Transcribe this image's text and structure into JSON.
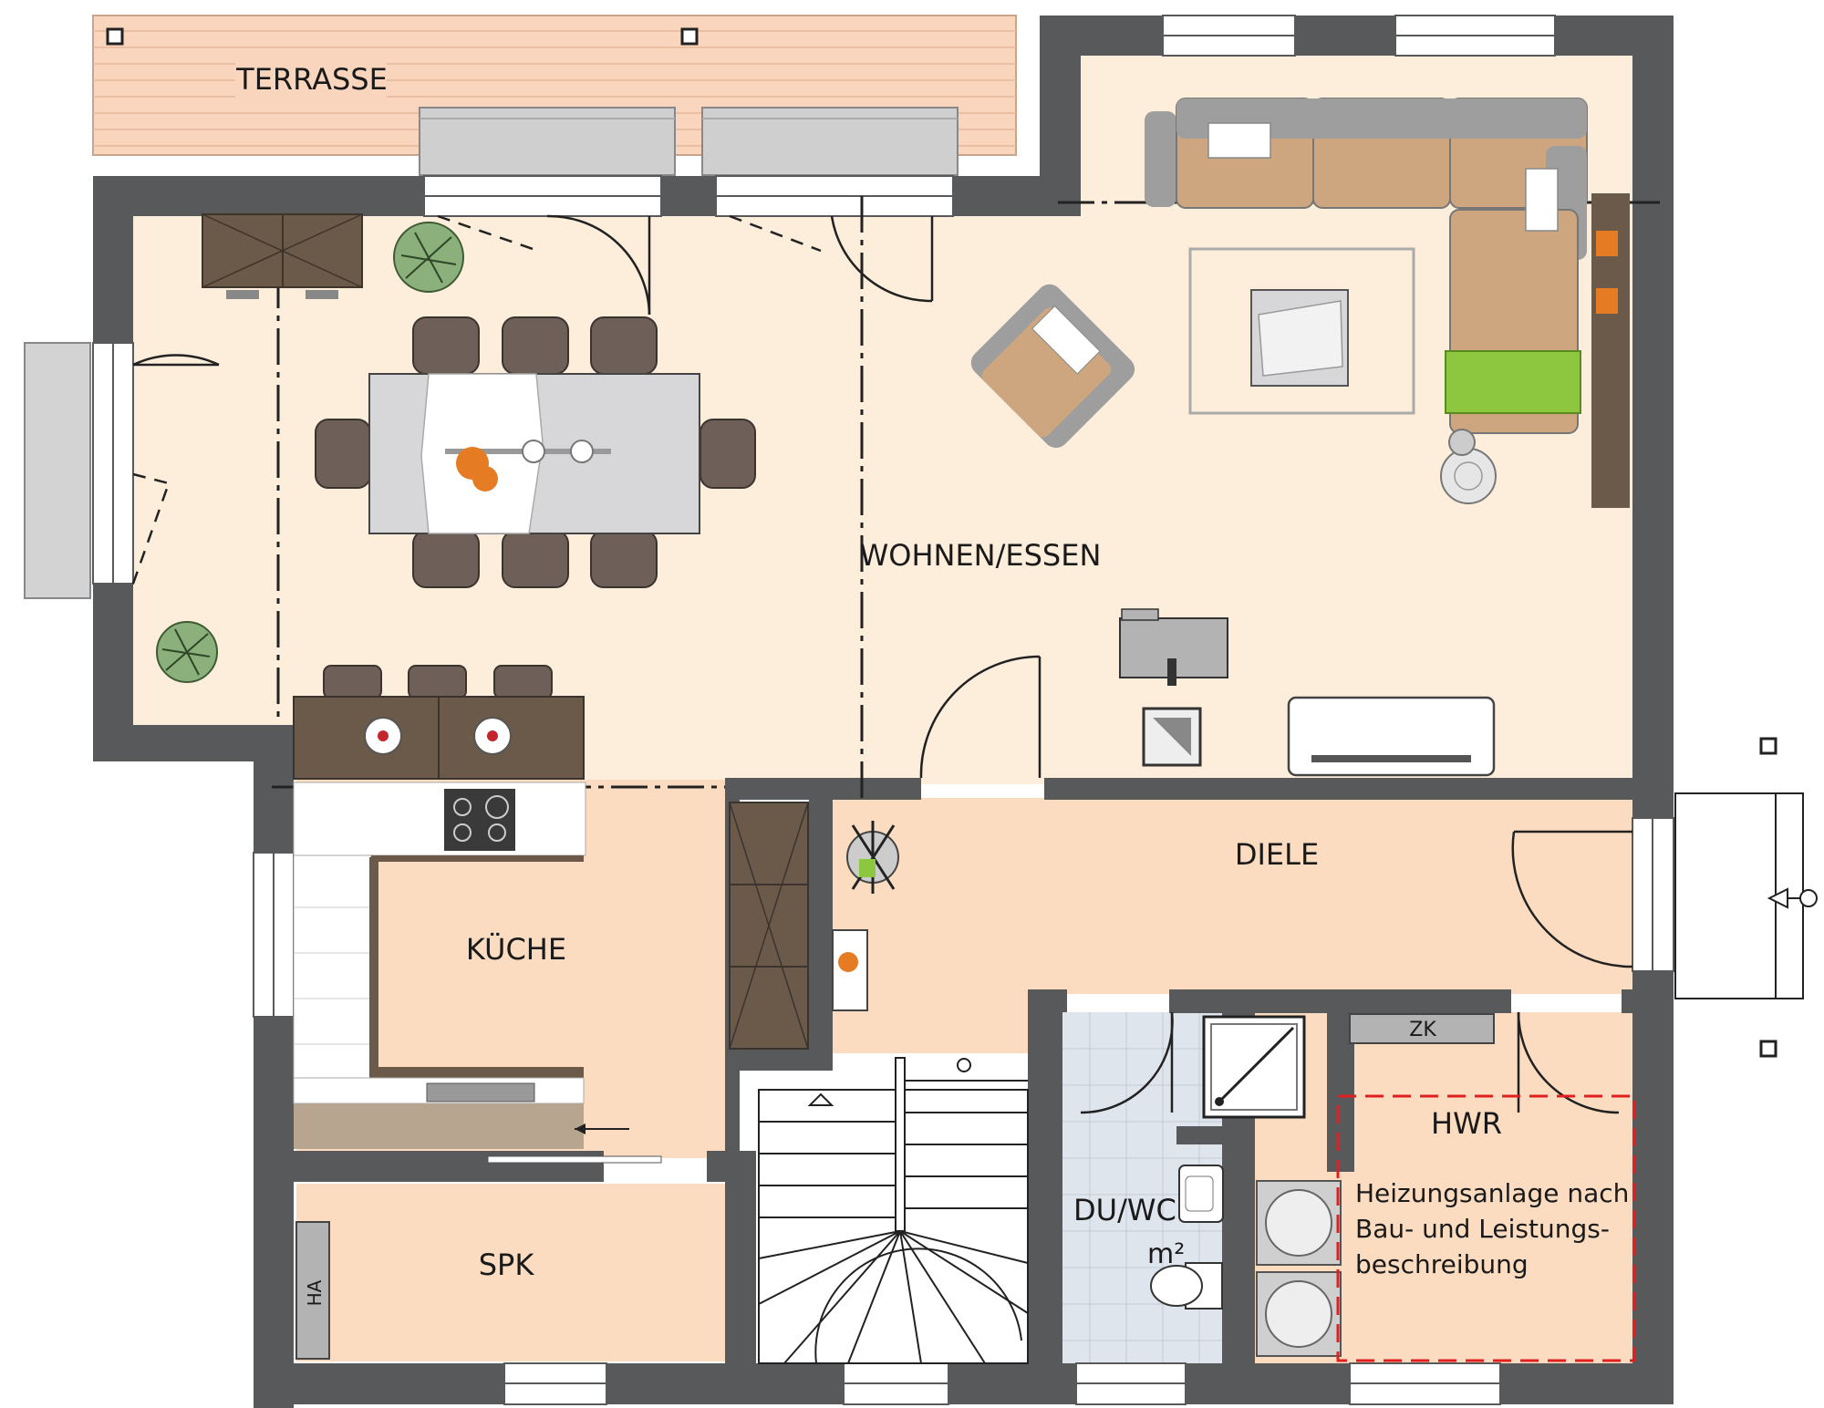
{
  "rooms": {
    "terrasse": "TERRASSE",
    "wohnen_essen": "WOHNEN/ESSEN",
    "diele": "DIELE",
    "kueche": "KÜCHE",
    "spk": "SPK",
    "du_wc": "DU/WC",
    "du_wc_unit": "m²",
    "hwr": "HWR"
  },
  "labels": {
    "zk": "ZK",
    "ha": "HA",
    "heating_note": [
      "Heizungsanlage nach",
      "Bau- und Leistungs-",
      "beschreibung"
    ]
  },
  "colors": {
    "wall": "#58595b",
    "living_floor": "#fdeedb",
    "kitchen_floor": "#fbdcc0",
    "terrace": "#f8d5bc",
    "bath_tile": "#dfe5ec",
    "wood_dark": "#6b5a49",
    "wood_light": "#c9a37a",
    "sofa_grey": "#9e9e9e",
    "sofa_cushion": "#cda680",
    "accent_green": "#8dc63f",
    "accent_orange": "#e57c23",
    "heating_outline": "#e02020"
  }
}
